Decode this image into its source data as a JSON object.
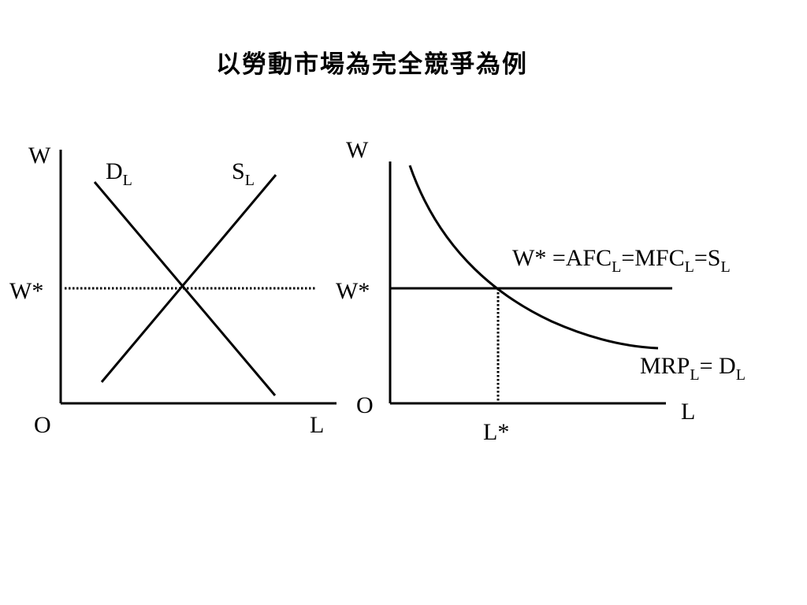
{
  "title": "以勞動市場為完全競爭為例",
  "left_graph": {
    "y_axis_label": "W",
    "x_axis_label": "L",
    "origin_label": "O",
    "equilibrium_wage_label": "W*",
    "demand_label": {
      "main": "D",
      "sub": "L"
    },
    "supply_label": {
      "main": "S",
      "sub": "L"
    }
  },
  "right_graph": {
    "y_axis_label": "W",
    "x_axis_label": "L",
    "origin_label": "O",
    "equilibrium_wage_label": "W*",
    "equilibrium_quantity_label": "L*",
    "wage_line_label": {
      "p1": "W* =AFC",
      "s1": "L",
      "p2": "=MFC",
      "s2": "L",
      "p3": "=S",
      "s3": "L"
    },
    "demand_curve_label": {
      "p1": "MRP",
      "s1": "L",
      "p2": "= D",
      "s2": "L"
    }
  },
  "colors": {
    "line": "#000000",
    "background": "#ffffff"
  }
}
